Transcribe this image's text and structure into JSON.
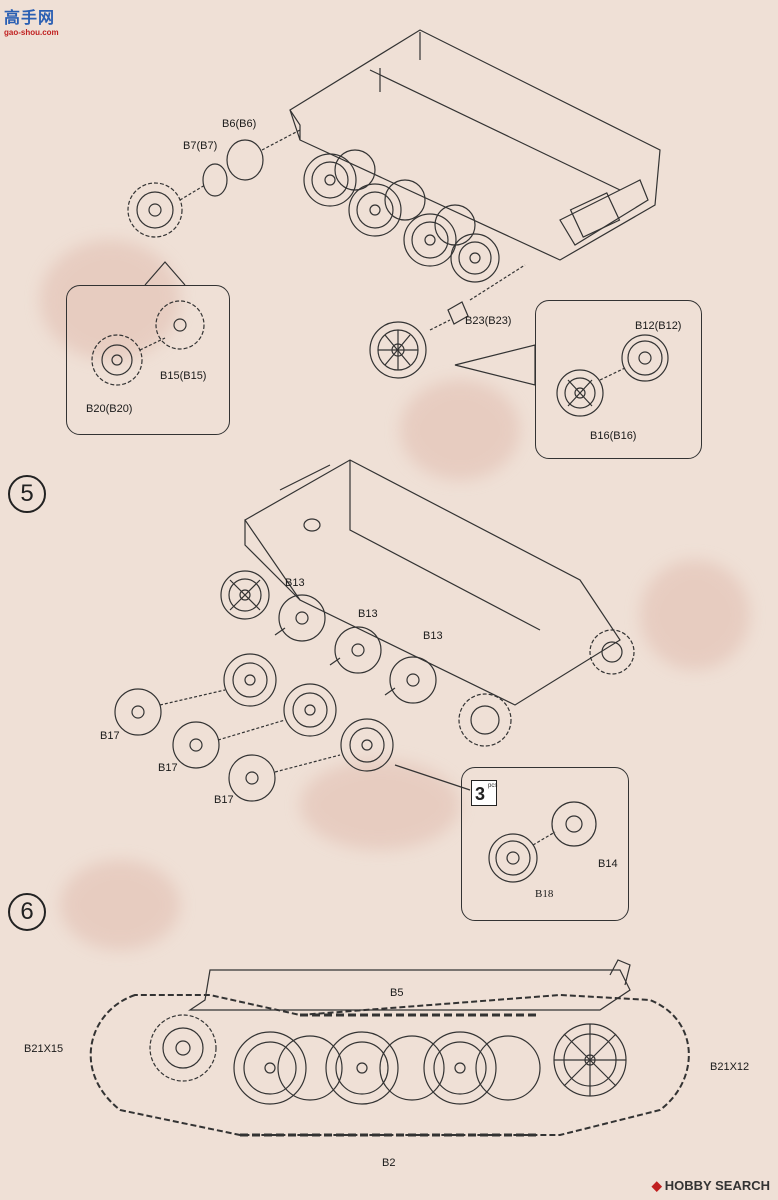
{
  "watermark_top": {
    "text": "高手网",
    "url_text": "gao-shou.com"
  },
  "watermark_bottom": {
    "icon": "hobbysearch-logo-icon",
    "text": "HOBBY SEARCH"
  },
  "section_top": {
    "labels": {
      "b6": "B6(B6)",
      "b7": "B7(B7)",
      "b23": "B23(B23)"
    },
    "callout_left": {
      "b15": "B15(B15)",
      "b20": "B20(B20)"
    },
    "callout_right": {
      "b12": "B12(B12)",
      "b16": "B16(B16)"
    }
  },
  "step5": {
    "number": "5",
    "labels": {
      "b13_1": "B13",
      "b13_2": "B13",
      "b13_3": "B13",
      "b17_1": "B17",
      "b17_2": "B17",
      "b17_3": "B17"
    },
    "callout": {
      "qty": "3",
      "qty_unit": "pcs",
      "b14": "B14",
      "b18": "B18"
    }
  },
  "step6": {
    "number": "6",
    "labels": {
      "b5": "B5",
      "b21_left": "B21X15",
      "b21_right": "B21X12",
      "b2": "B2"
    }
  },
  "colors": {
    "background": "#efe0d6",
    "line": "#333333",
    "stain": "#d9a99a"
  }
}
